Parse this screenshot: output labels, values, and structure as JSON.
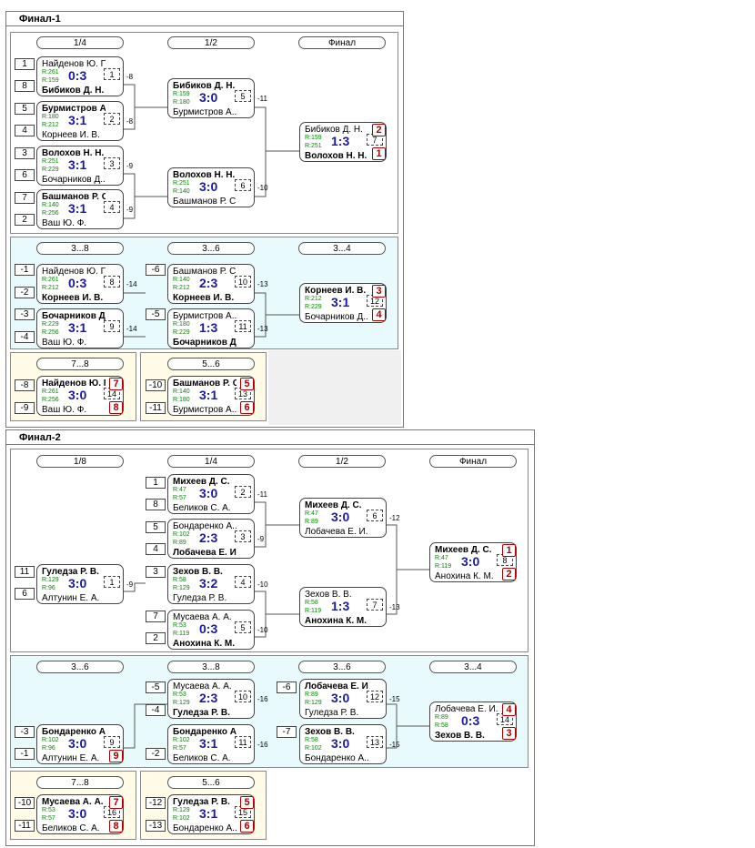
{
  "final1": {
    "title": "Финал-1",
    "rounds": [
      "1/4",
      "1/2",
      "Финал",
      "3...8",
      "3...6",
      "3...4",
      "7...8",
      "5...6"
    ],
    "seeds": [
      "1",
      "8",
      "5",
      "4",
      "3",
      "6",
      "7",
      "2",
      "-1",
      "-2",
      "-3",
      "-4",
      "-6",
      "-5",
      "-8",
      "-9",
      "-10",
      "-11"
    ],
    "matches": [
      {
        "p1": "Найденов Ю. П.",
        "p2": "Бибиков Д. Н.",
        "w": 2,
        "r1": "R:261",
        "r2": "R:159",
        "score": "0:3",
        "num": "1",
        "ref": "-8"
      },
      {
        "p1": "Бурмистров А...",
        "p2": "Корнеев И. В.",
        "w": 1,
        "r1": "R:180",
        "r2": "R:212",
        "score": "3:1",
        "num": "2",
        "ref": "-8"
      },
      {
        "p1": "Волохов Н. Н.",
        "p2": "Бочарников Д...",
        "w": 1,
        "r1": "R:251",
        "r2": "R:229",
        "score": "3:1",
        "num": "3",
        "ref": "-9"
      },
      {
        "p1": "Башманов Р. С.",
        "p2": "Ваш Ю. Ф.",
        "w": 1,
        "r1": "R:140",
        "r2": "R:256",
        "score": "3:1",
        "num": "4",
        "ref": "-9"
      },
      {
        "p1": "Бибиков Д. Н.",
        "p2": "Бурмистров А...",
        "w": 1,
        "r1": "R:159",
        "r2": "R:180",
        "score": "3:0",
        "num": "5",
        "ref": "-11"
      },
      {
        "p1": "Волохов Н. Н.",
        "p2": "Башманов Р. С.",
        "w": 1,
        "r1": "R:251",
        "r2": "R:140",
        "score": "3:0",
        "num": "6",
        "ref": "-10"
      },
      {
        "p1": "Бибиков Д. Н.",
        "p2": "Волохов Н. Н.",
        "w": 2,
        "r1": "R:159",
        "r2": "R:251",
        "score": "1:3",
        "num": "7",
        "pl1": "2",
        "pl2": "1"
      },
      {
        "p1": "Найденов Ю. П.",
        "p2": "Корнеев И. В.",
        "w": 2,
        "r1": "R:261",
        "r2": "R:212",
        "score": "0:3",
        "num": "8",
        "ref": "-14"
      },
      {
        "p1": "Бочарников Д....",
        "p2": "Ваш Ю. Ф.",
        "w": 1,
        "r1": "R:229",
        "r2": "R:256",
        "score": "3:1",
        "num": "9",
        "ref": "-14"
      },
      {
        "p1": "Башманов Р. С.",
        "p2": "Корнеев И. В.",
        "w": 2,
        "r1": "R:140",
        "r2": "R:212",
        "score": "2:3",
        "num": "10",
        "ref": "-13"
      },
      {
        "p1": "Бурмистров А...",
        "p2": "Бочарников Д....",
        "w": 2,
        "r1": "R:180",
        "r2": "R:229",
        "score": "1:3",
        "num": "11",
        "ref": "-13"
      },
      {
        "p1": "Корнеев И. В.",
        "p2": "Бочарников Д....",
        "w": 1,
        "r1": "R:212",
        "r2": "R:229",
        "score": "3:1",
        "num": "12",
        "pl1": "3",
        "pl2": "4"
      },
      {
        "p1": "Найденов Ю. П.",
        "p2": "Ваш Ю. Ф.",
        "w": 1,
        "r1": "R:261",
        "r2": "R:256",
        "score": "3:0",
        "num": "14",
        "pl1": "7",
        "pl2": "8"
      },
      {
        "p1": "Башманов Р. С.",
        "p2": "Бурмистров А...",
        "w": 1,
        "r1": "R:140",
        "r2": "R:180",
        "score": "3:1",
        "num": "13",
        "pl1": "5",
        "pl2": "6"
      }
    ]
  },
  "final2": {
    "title": "Финал-2",
    "rounds": [
      "1/8",
      "1/4",
      "1/2",
      "Финал",
      "3...6",
      "3...8",
      "3...6",
      "3...4",
      "7...8",
      "5...6"
    ],
    "seeds": [
      "1",
      "8",
      "5",
      "4",
      "3",
      "7",
      "2",
      "11",
      "6",
      "-5",
      "-4",
      "-6",
      "-7",
      "-3",
      "-1",
      "-2",
      "-10",
      "-11",
      "-12",
      "-13"
    ],
    "matches": [
      {
        "p1": "Михеев Д. С.",
        "p2": "Беликов С. А.",
        "w": 1,
        "r1": "R:47",
        "r2": "R:57",
        "score": "3:0",
        "num": "2",
        "ref": "-11"
      },
      {
        "p1": "Бондаренко А...",
        "p2": "Лобачева Е. И.",
        "w": 2,
        "r1": "R:102",
        "r2": "R:89",
        "score": "2:3",
        "num": "3",
        "ref": "-9"
      },
      {
        "p1": "Гуледза Р. В.",
        "p2": "Алтунин Е. А.",
        "w": 1,
        "r1": "R:129",
        "r2": "R:96",
        "score": "3:0",
        "num": "1",
        "ref": "-9"
      },
      {
        "p1": "Зехов В. В.",
        "p2": "Гуледза Р. В.",
        "w": 1,
        "r1": "R:58",
        "r2": "R:129",
        "score": "3:2",
        "num": "4",
        "ref": "-10"
      },
      {
        "p1": "Мусаева А. А.",
        "p2": "Анохина К. М.",
        "w": 2,
        "r1": "R:53",
        "r2": "R:119",
        "score": "0:3",
        "num": "5",
        "ref": "-10"
      },
      {
        "p1": "Михеев Д. С.",
        "p2": "Лобачева Е. И.",
        "w": 1,
        "r1": "R:47",
        "r2": "R:89",
        "score": "3:0",
        "num": "6",
        "ref": "-12"
      },
      {
        "p1": "Зехов В. В.",
        "p2": "Анохина К. М.",
        "w": 2,
        "r1": "R:58",
        "r2": "R:119",
        "score": "1:3",
        "num": "7",
        "ref": "-13"
      },
      {
        "p1": "Михеев Д. С.",
        "p2": "Анохина К. М.",
        "w": 1,
        "r1": "R:47",
        "r2": "R:119",
        "score": "3:0",
        "num": "8",
        "pl1": "1",
        "pl2": "2"
      },
      {
        "p1": "Мусаева А. А.",
        "p2": "Гуледза Р. В.",
        "w": 2,
        "r1": "R:53",
        "r2": "R:129",
        "score": "2:3",
        "num": "10",
        "ref": "-16"
      },
      {
        "p1": "Бондаренко А...",
        "p2": "Беликов С. А.",
        "w": 1,
        "r1": "R:102",
        "r2": "R:57",
        "score": "3:1",
        "num": "11",
        "ref": "-16"
      },
      {
        "p1": "Бондаренко А...",
        "p2": "Алтунин Е. А.",
        "w": 1,
        "r1": "R:102",
        "r2": "R:96",
        "score": "3:0",
        "num": "9",
        "pl2": "9"
      },
      {
        "p1": "Лобачева Е. И.",
        "p2": "Гуледза Р. В.",
        "w": 1,
        "r1": "R:89",
        "r2": "R:129",
        "score": "3:0",
        "num": "12",
        "ref": "-15"
      },
      {
        "p1": "Зехов В. В.",
        "p2": "Бондаренко А...",
        "w": 1,
        "r1": "R:58",
        "r2": "R:102",
        "score": "3:0",
        "num": "13",
        "ref": "-15"
      },
      {
        "p1": "Лобачева Е. И.",
        "p2": "Зехов В. В.",
        "w": 2,
        "r1": "R:89",
        "r2": "R:58",
        "score": "0:3",
        "num": "14",
        "pl1": "4",
        "pl2": "3"
      },
      {
        "p1": "Мусаева А. А.",
        "p2": "Беликов С. А.",
        "w": 1,
        "r1": "R:53",
        "r2": "R:57",
        "score": "3:0",
        "num": "16",
        "pl1": "7",
        "pl2": "8"
      },
      {
        "p1": "Гуледза Р. В.",
        "p2": "Бондаренко А...",
        "w": 1,
        "r1": "R:129",
        "r2": "R:102",
        "score": "3:1",
        "num": "15",
        "pl1": "5",
        "pl2": "6"
      }
    ]
  }
}
